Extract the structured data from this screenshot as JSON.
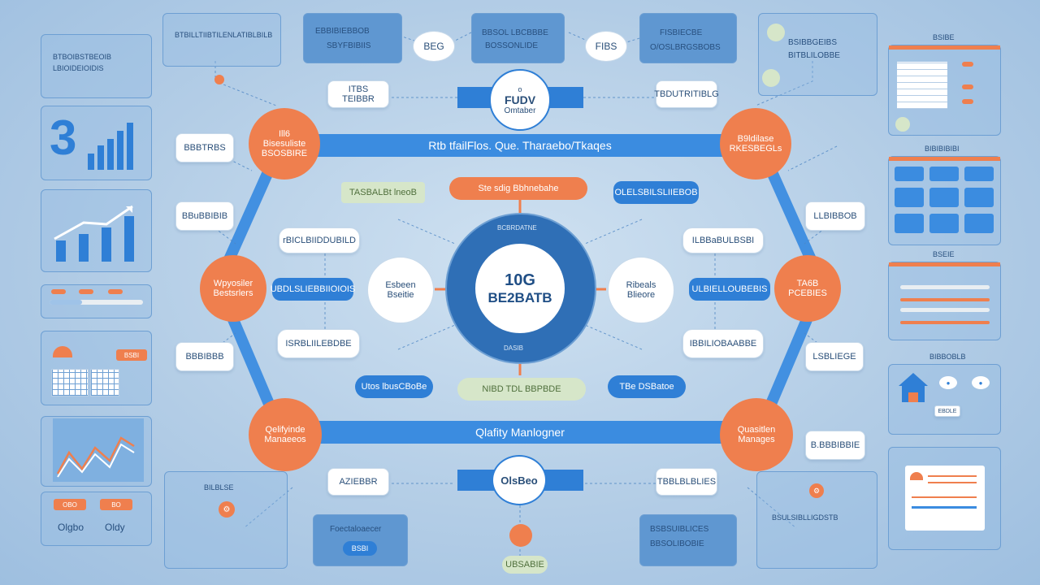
{
  "center": {
    "line1": "10G",
    "line2": "BE2BATB",
    "ring_top": "BCBRDATNE",
    "ring_bottom": "DASIB"
  },
  "bands": {
    "top": "Rtb tfailFlos. Que. Tharaebo/Tkaqes",
    "bottom": "Qlafity Manlogner"
  },
  "hubs": {
    "top": {
      "title": "FUDV",
      "sub": "Omtaber",
      "badge": "o"
    },
    "bottom": {
      "title": "OlsBeo",
      "sub": ""
    }
  },
  "orange_circles": {
    "top_left": "Ill6 Bisesuliste BSOSBIRE",
    "top_right": "B9ldilase RKESBEGLs",
    "mid_left": "Wpyosiler Bestsrlers",
    "mid_right": "TA6B PCEBIES",
    "bottom_left": "Qelifyinde Manaeeos",
    "bottom_right": "Quasitlen Manages"
  },
  "white_circles": {
    "left": "Esbeen Bseitie",
    "right": "Ribeals Blieore"
  },
  "pills": {
    "upper_center_orange": "Ste sdig Bbhnebahe",
    "upper_left_green": "TASBALBt lneoB",
    "upper_right_blue": "OLELSBILSLIIEBOB",
    "mid_left_blue": "UBDLSLIEBBIIOIOIS",
    "mid_right_blue": "ULBIELLOUBEBIS",
    "lower_left_blue": "Utos lbusCBoBe",
    "lower_center_green": "NIBD TDL BBPBDE",
    "lower_right_blue": "TBe DSBatoe",
    "inner_ul": "rBICLBIIDDUBILD",
    "inner_ll": "ISRBLIILEBDBE",
    "inner_ur": "ILBBaBULBSBI",
    "inner_lr": "IBBILIOBAABBE",
    "top_left_small": "ITBS TEIBBR",
    "top_right_small": "TBDUTRITIBLG",
    "bottom_left_small": "AZIEBBR",
    "bottom_right_small": "TBBLBLBLIES",
    "ovl_1": "BEG",
    "ovl_2": "FIBS",
    "left_1": "BBBTRBS",
    "left_2": "BBuBBIBIB",
    "left_3": "BBBIBBB",
    "right_1": "LLBIBBOB",
    "right_2": "LSBLIEGE",
    "right_3": "B.BBBIBBIE",
    "bottom_small": "UBSABIE"
  },
  "top_panels": {
    "p1": "BTBILLTIIBTILENLATIBLBILB",
    "p2_a": "EBBIBIEBBOB",
    "p2_b": "SBYFBIBIIS",
    "p3_a": "BBSOL LBCBBBE",
    "p3_b": "BOSSONLIDE",
    "p4_a": "FISBIECBE",
    "p4_b": "O/OSLBRGSBOBS",
    "p5_a": "BSIBBGEIBS",
    "p5_b": "BITBLILOBBE"
  },
  "bottom_panels": {
    "b1": "BILBLSE",
    "b2_a": "Foectaloaecer",
    "b2_b": "BSBI",
    "b3_a": "BSBSUIBLICES",
    "b3_b": "BBSOLIBOBIE",
    "b4": "BSULSIBLLIGDSTB"
  },
  "left_sidebar": {
    "number": "3",
    "note": "BTBOIBSTBEOIB LBIOIDEIOIDIS",
    "tags": [
      "OBO",
      "BO"
    ],
    "labels": [
      "Olgbo",
      "Oldy"
    ],
    "bar_label": "BSBI"
  },
  "right_sidebar": {
    "t1": "BSIBE",
    "t2": "BIBIBIBIBI",
    "t3": "BSEIE",
    "t4": "BIBBOBLB",
    "t5": "EBDLE"
  },
  "colors": {
    "accent_blue": "#2f7fd6",
    "accent_orange": "#ef7f4e",
    "panel_border": "#6d9fd3"
  }
}
